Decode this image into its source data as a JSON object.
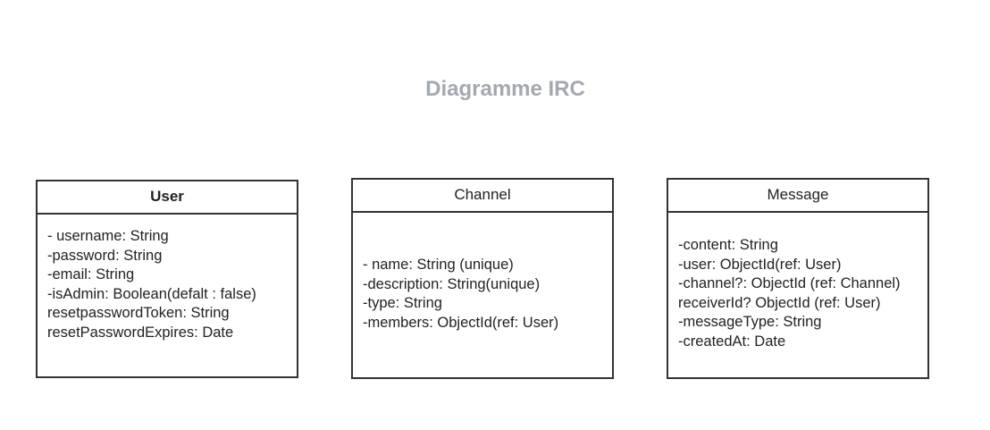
{
  "title": "Diagramme IRC",
  "classes": [
    {
      "name": "User",
      "attributes": [
        "- username: String",
        "-password: String",
        "-email: String",
        "-isAdmin: Boolean(defalt : false)",
        "resetpasswordToken: String",
        "resetPasswordExpires: Date"
      ]
    },
    {
      "name": "Channel",
      "attributes": [
        "- name: String (unique)",
        "-description: String(unique)",
        "-type: String",
        "-members: ObjectId(ref: User)"
      ]
    },
    {
      "name": "Message",
      "attributes": [
        "-content: String",
        "-user: ObjectId(ref: User)",
        "-channel?: ObjectId (ref: Channel)",
        "receiverId? ObjectId (ref: User)",
        "-messageType: String",
        "-createdAt: Date"
      ]
    }
  ]
}
